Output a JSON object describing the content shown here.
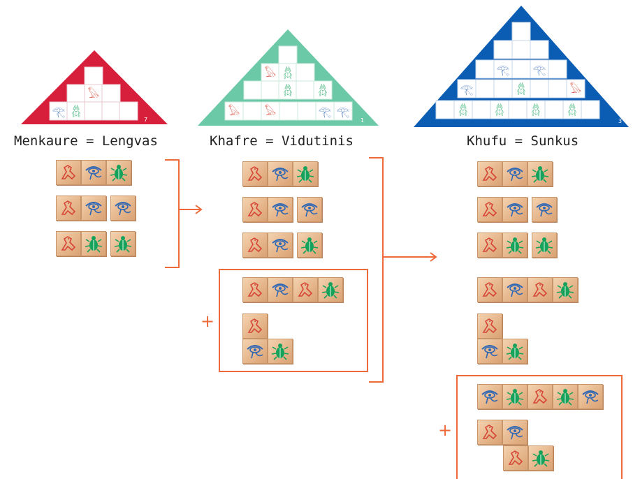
{
  "pyramids": [
    {
      "title": "Menkaure = Lengvas",
      "color": "#d71f3c",
      "badge": "7"
    },
    {
      "title": "Khafre = Vidutinis",
      "color": "#6cc9a7",
      "badge": "1"
    },
    {
      "title": "Khufu = Sunkus",
      "color": "#0b5db3",
      "badge": "3"
    }
  ],
  "plus_sign": "+",
  "colors": {
    "arrow": "#ee6a3a",
    "falcon": "#d64535",
    "eye": "#2f67b4",
    "scarab": "#15a35c"
  },
  "glyph_names": [
    "falcon-icon",
    "eye-of-horus-icon",
    "scarab-icon"
  ]
}
